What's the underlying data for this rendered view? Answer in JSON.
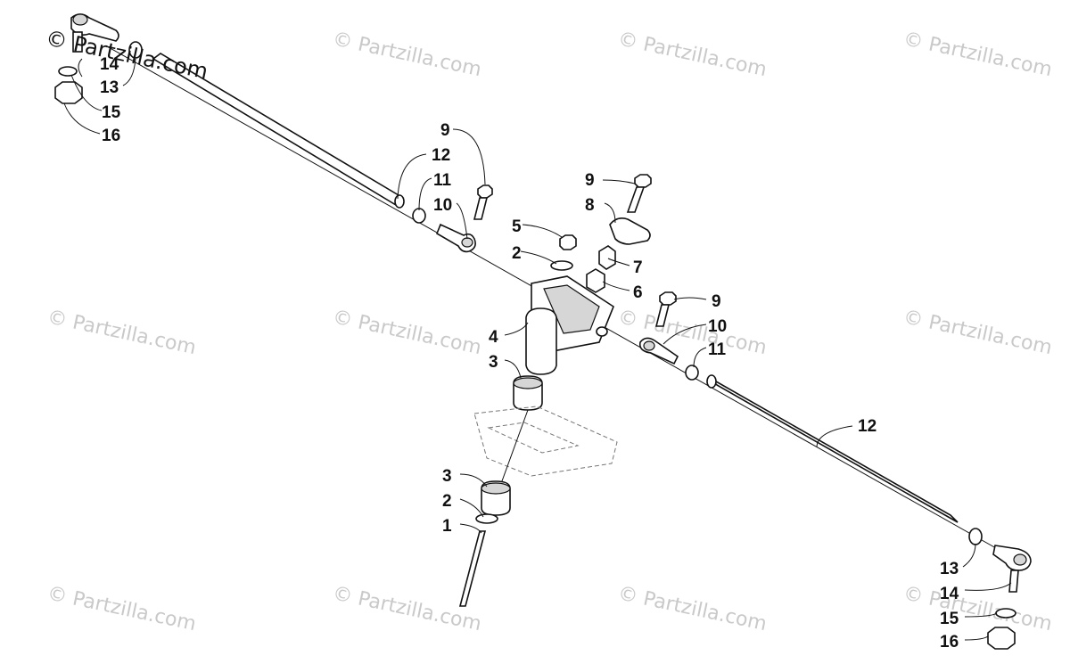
{
  "watermark": {
    "main_text": "© Partzilla.com",
    "tile_text": "© Partzilla.com"
  },
  "callouts": {
    "c1": "1",
    "c2_lower": "2",
    "c2_upper": "2",
    "c3_lower": "3",
    "c3_upper": "3",
    "c4": "4",
    "c5": "5",
    "c6": "6",
    "c7": "7",
    "c8": "8",
    "c9_top": "9",
    "c9_mid": "9",
    "c9_right": "9",
    "c10_left": "10",
    "c10_right": "10",
    "c11_left": "11",
    "c11_right": "11",
    "c12_left": "12",
    "c12_right": "12",
    "c13_topleft": "13",
    "c13_bottomright": "13",
    "c14_topleft": "14",
    "c14_bottomright": "14",
    "c15_topleft": "15",
    "c15_bottomright": "15",
    "c16_topleft": "16",
    "c16_bottomright": "16"
  }
}
